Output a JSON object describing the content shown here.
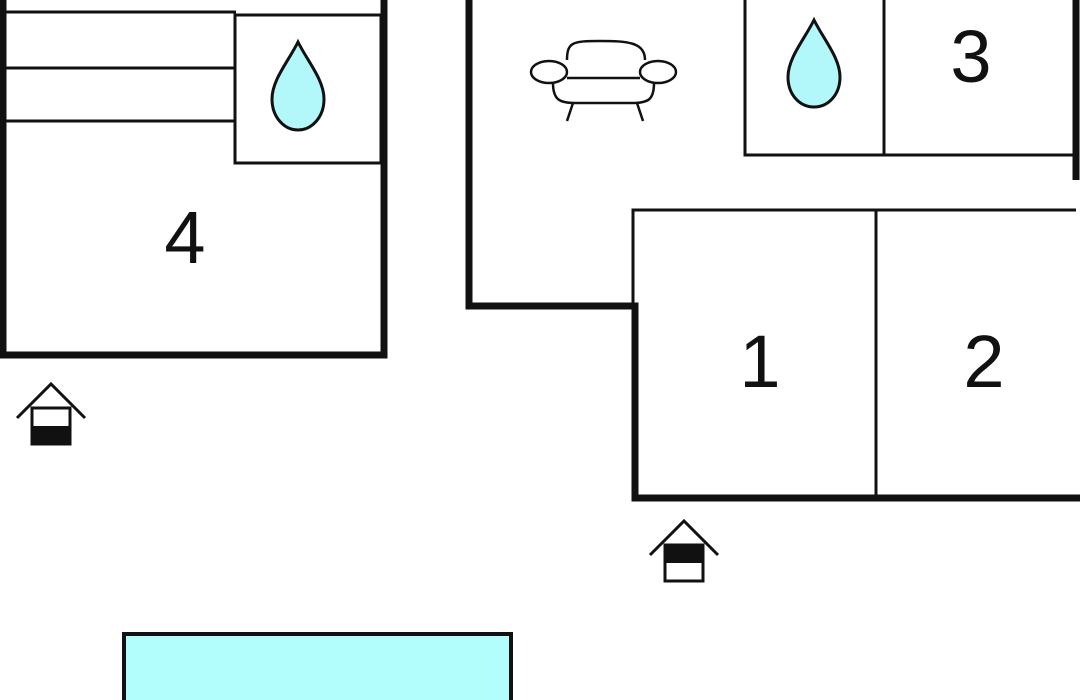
{
  "colors": {
    "wall": "#111111",
    "water": "#b2f7fa",
    "pool": "#b2fefd",
    "background": "#ffffff"
  },
  "rooms": [
    {
      "id": "room-4",
      "number": "4"
    },
    {
      "id": "room-3",
      "number": "3"
    },
    {
      "id": "room-1",
      "number": "1"
    },
    {
      "id": "room-2",
      "number": "2"
    }
  ],
  "icons": {
    "bathroom": "water-drop-icon",
    "living": "sofa-icon",
    "entrance": "house-entrance-icon",
    "pool": "pool"
  }
}
